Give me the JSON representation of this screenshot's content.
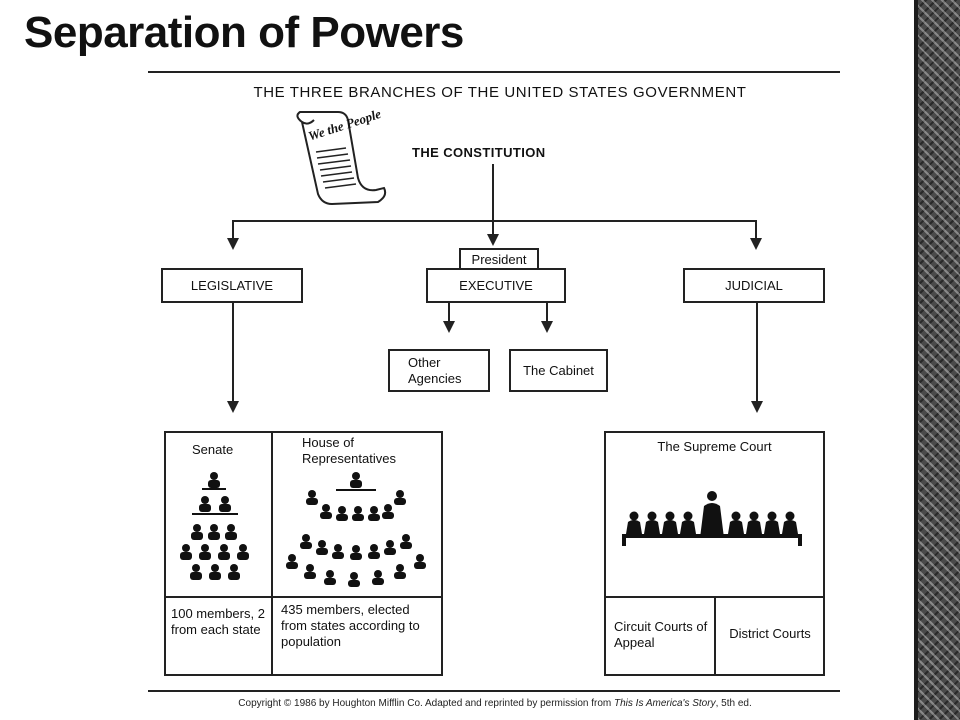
{
  "slide": {
    "title": "Separation of Powers"
  },
  "diagram": {
    "heading": "THE THREE BRANCHES OF THE UNITED STATES GOVERNMENT",
    "scroll_text": "We the People",
    "root": "THE CONSTITUTION",
    "president": "President",
    "branches": {
      "legislative": "LEGISLATIVE",
      "executive": "EXECUTIVE",
      "judicial": "JUDICIAL"
    },
    "executive_children": {
      "other_agencies": "Other Agencies",
      "cabinet": "The Cabinet"
    },
    "legislative_detail": {
      "senate": "Senate",
      "house": "House of Representatives",
      "senate_members": "100 members, 2 from each state",
      "house_members": "435 members, elected from states according to population"
    },
    "judicial_detail": {
      "supreme_court": "The Supreme Court",
      "circuit_courts": "Circuit Courts of Appeal",
      "district_courts": "District Courts"
    },
    "copyright": {
      "prefix": "Copyright © 1986 by Houghton Mifflin Co. Adapted and reprinted by permission from ",
      "source": "This Is America's Story",
      "suffix": ", 5th ed."
    }
  }
}
